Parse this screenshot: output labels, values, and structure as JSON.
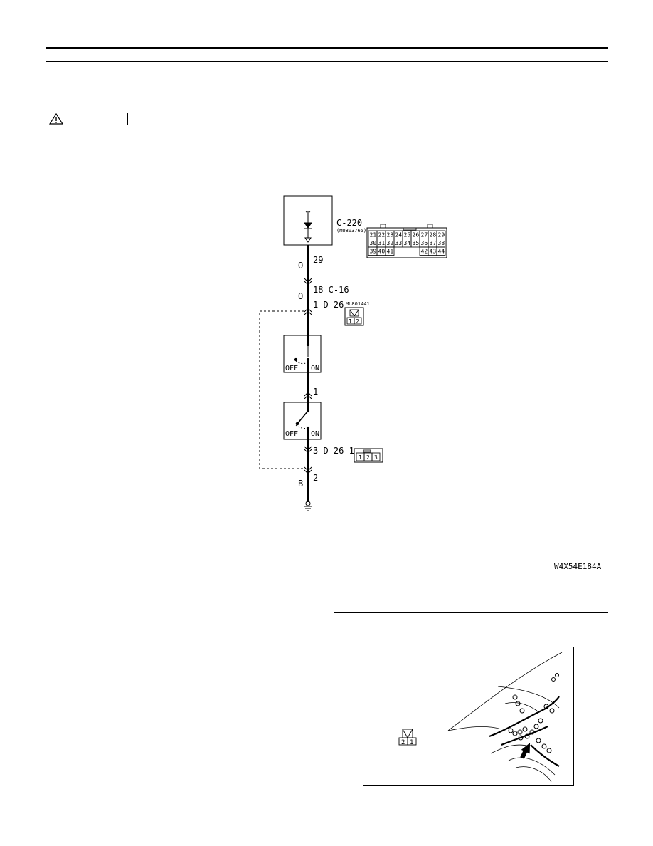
{
  "diagram": {
    "ecu_connector": {
      "name": "C-220",
      "part_no": "(MU803765)",
      "pin_rows": [
        [
          "21",
          "22",
          "23",
          "24",
          "25",
          "26",
          "27",
          "28",
          "29"
        ],
        [
          "30",
          "31",
          "32",
          "33",
          "34",
          "35",
          "36",
          "37",
          "38"
        ],
        [
          "39",
          "40",
          "41",
          "",
          "",
          "",
          "42",
          "43",
          "44"
        ]
      ]
    },
    "pin_29": "29",
    "wire_color_1": "O",
    "junction_label": "18 C-16",
    "wire_color_2": "O",
    "switch_connector": "1 D-26",
    "switch_part_no": "MU801441",
    "switch_pins": [
      "1",
      "2"
    ],
    "switch1_off": "OFF",
    "switch1_on": "ON",
    "mid_pin": "1",
    "switch2_off": "OFF",
    "switch2_on": "ON",
    "lower_connector": "3 D-26-1",
    "lower_pins": [
      "1",
      "2",
      "3"
    ],
    "ground_pin": "2",
    "wire_color_ground": "B",
    "code": "W4X54E184A"
  },
  "location_view": {
    "connector_pins": [
      "2",
      "1"
    ]
  }
}
